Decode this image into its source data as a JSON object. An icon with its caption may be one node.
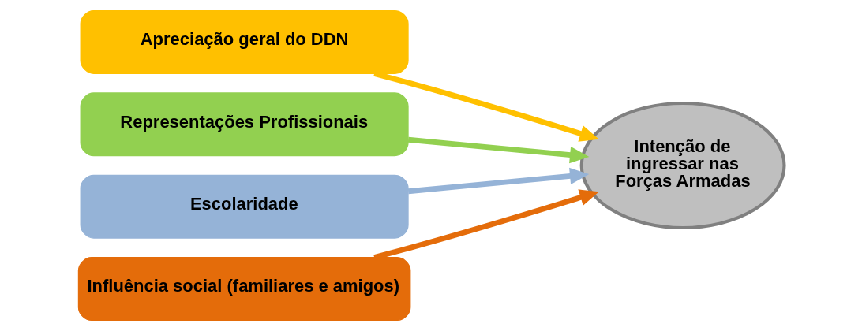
{
  "diagram": {
    "nodes": [
      {
        "text": [
          "Apreciação geral do DDN"
        ]
      },
      {
        "text": [
          "Representações Profissionais"
        ]
      },
      {
        "text": [
          "Escolaridade"
        ]
      },
      {
        "text": [
          "Influência social (familiares e amigos)"
        ]
      },
      {
        "text": [
          "Intenção de ingressar nas Forças Armadas"
        ]
      }
    ],
    "edges": [
      {
        "from": 0,
        "to": 4,
        "arrow": "to",
        "color": "#ffc000"
      },
      {
        "from": 1,
        "to": 4,
        "arrow": "to",
        "color": "#92d050"
      },
      {
        "from": 2,
        "to": 4,
        "arrow": "to",
        "color": "#95b3d7"
      },
      {
        "from": 3,
        "to": 4,
        "arrow": "to",
        "color": "#e46c0a"
      }
    ]
  }
}
